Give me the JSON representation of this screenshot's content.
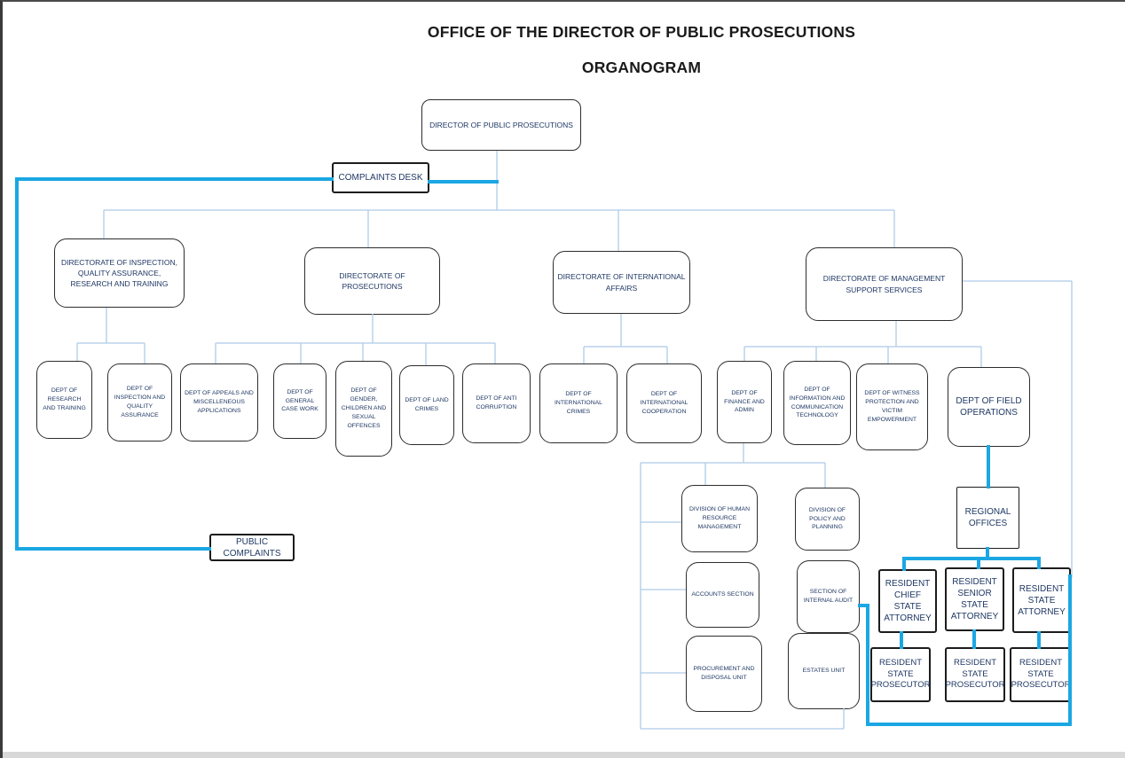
{
  "title": {
    "line1": "OFFICE OF THE DIRECTOR OF PUBLIC PROSECUTIONS",
    "line2": "ORGANOGRAM"
  },
  "colors": {
    "accent_blue": "#1ba7e3",
    "tree_line": "#aecbe8",
    "text_navy": "#1f3864"
  },
  "nodes": {
    "director": {
      "label": "DIRECTOR OF PUBLIC PROSECUTIONS"
    },
    "complaints_desk": {
      "label": "COMPLAINTS DESK"
    },
    "public_complaints": {
      "label": "PUBLIC COMPLAINTS"
    },
    "dir_inspection": {
      "label": "DIRECTORATE OF INSPECTION, QUALITY ASSURANCE, RESEARCH AND TRAINING"
    },
    "dir_prosecutions": {
      "label": "DIRECTORATE OF PROSECUTIONS"
    },
    "dir_international": {
      "label": "DIRECTORATE OF INTERNATIONAL AFFAIRS"
    },
    "dir_management": {
      "label": "DIRECTORATE OF MANAGEMENT SUPPORT SERVICES"
    },
    "dept_research": {
      "label": "DEPT OF RESEARCH AND TRAINING"
    },
    "dept_inspection_qa": {
      "label": "DEPT OF INSPECTION AND QUALITY ASSURANCE"
    },
    "dept_appeals": {
      "label": "DEPT OF APPEALS AND MISCELLENEOUS APPLICATIONS"
    },
    "dept_general_case": {
      "label": "DEPT OF GENERAL CASE WORK"
    },
    "dept_gender": {
      "label": "DEPT OF GENDER, CHILDREN AND SEXUAL OFFENCES"
    },
    "dept_land_crimes": {
      "label": "DEPT OF LAND CRIMES"
    },
    "dept_anti_corruption": {
      "label": "DEPT OF ANTI CORRUPTION"
    },
    "dept_intl_crimes": {
      "label": "DEPT OF INTERNATIONAL CRIMES"
    },
    "dept_intl_cooperation": {
      "label": "DEPT OF INTERNATIONAL COOPERATION"
    },
    "dept_finance_admin": {
      "label": "DEPT OF FINANCE AND ADMIN"
    },
    "dept_ict": {
      "label": "DEPT OF INFORMATION AND COMMUNICATION TECHNOLOGY"
    },
    "dept_witness": {
      "label": "DEPT OF WITNESS PROTECTION AND VICTIM EMPOWERMENT"
    },
    "dept_field_ops": {
      "label": "DEPT OF FIELD OPERATIONS"
    },
    "div_hrm": {
      "label": "DIVISION OF HUMAN RESOURCE MANAGEMENT"
    },
    "div_policy": {
      "label": "DIVISION OF POLICY AND PLANNING"
    },
    "regional_offices": {
      "label": "REGIONAL OFFICES"
    },
    "accounts_section": {
      "label": "ACCOUNTS SECTION"
    },
    "section_internal_audit": {
      "label": "SECTION OF INTERNAL AUDIT"
    },
    "procurement_unit": {
      "label": "PROCUREMENT AND DISPOSAL UNIT"
    },
    "estates_unit": {
      "label": "ESTATES UNIT"
    },
    "resident_chief_state_attorney": {
      "label": "RESIDENT CHIEF STATE ATTORNEY"
    },
    "resident_senior_state_attorney": {
      "label": "RESIDENT SENIOR STATE ATTORNEY"
    },
    "resident_state_attorney": {
      "label": "RESIDENT STATE ATTORNEY"
    },
    "resident_state_prosecutor_1": {
      "label": "RESIDENT STATE PROSECUTOR"
    },
    "resident_state_prosecutor_2": {
      "label": "RESIDENT STATE PROSECUTOR"
    },
    "resident_state_prosecutor_3": {
      "label": "RESIDENT STATE PROSECUTOR"
    }
  }
}
